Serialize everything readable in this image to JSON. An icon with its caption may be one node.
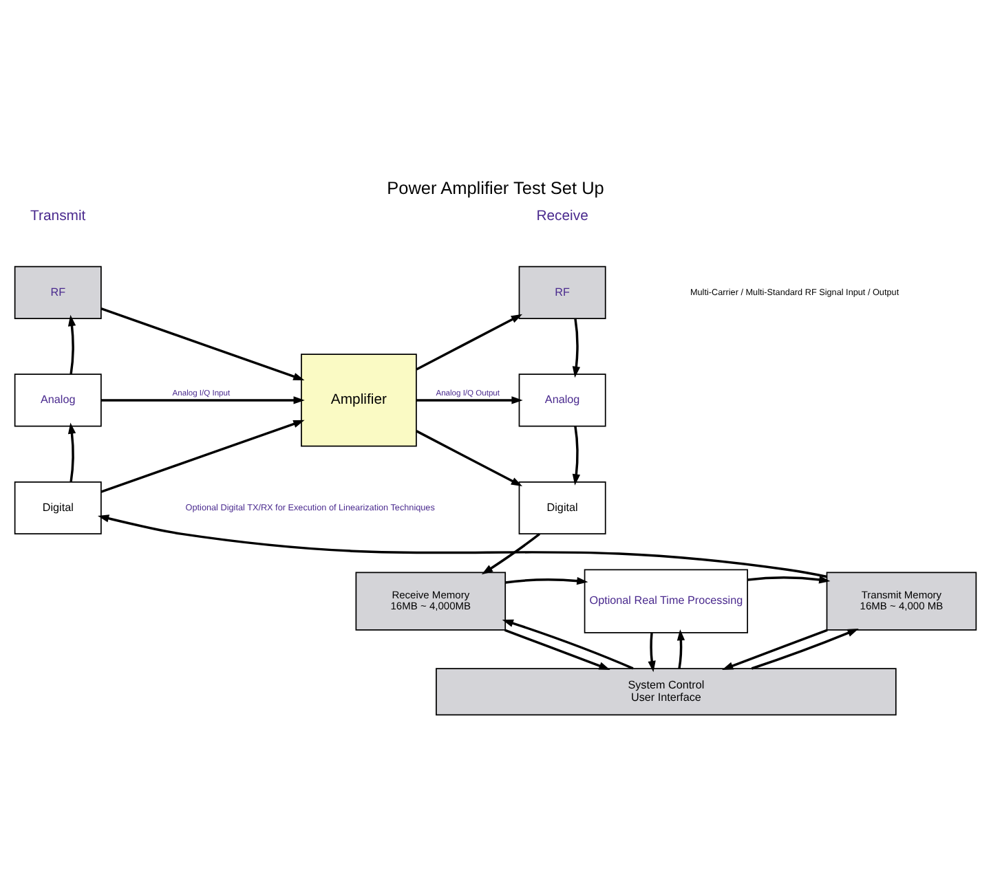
{
  "diagram": {
    "title": "Power Amplifier Test Set Up",
    "nodes": [
      {
        "text": [
          "RF"
        ]
      },
      {
        "text": [
          "Analog"
        ]
      },
      {
        "text": [
          "Digital"
        ]
      },
      {
        "text": [
          "Transmit Memory",
          "16MB ~ 4,000 MB"
        ]
      },
      {
        "text": [
          "Amplifier"
        ]
      },
      {
        "text": [
          "RF"
        ]
      },
      {
        "text": [
          "Analog"
        ]
      },
      {
        "text": [
          "Digital"
        ]
      },
      {
        "text": [
          "Receive Memory",
          "16MB ~ 4,000MB"
        ]
      },
      {
        "text": [
          "Optional Real Time Processing"
        ]
      },
      {
        "text": [
          "System Control",
          "User Interface"
        ]
      }
    ],
    "edges": [
      {
        "from": 2,
        "to": 1,
        "arrow": "to"
      },
      {
        "from": 1,
        "to": 0,
        "arrow": "to"
      },
      {
        "from": 3,
        "to": 2,
        "arrow": "to"
      },
      {
        "from": 0,
        "to": 4,
        "arrow": "to"
      },
      {
        "from": 1,
        "to": 4,
        "arrow": "to",
        "label": "Analog I/Q Input"
      },
      {
        "from": 2,
        "to": 4,
        "arrow": "to"
      },
      {
        "from": 4,
        "to": 5,
        "arrow": "to"
      },
      {
        "from": 4,
        "to": 6,
        "arrow": "to",
        "label": "Analog I/Q Output"
      },
      {
        "from": 4,
        "to": 7,
        "arrow": "to"
      },
      {
        "from": 5,
        "to": 6,
        "arrow": "to"
      },
      {
        "from": 6,
        "to": 7,
        "arrow": "to"
      },
      {
        "from": 7,
        "to": 8,
        "arrow": "to"
      },
      {
        "from": 8,
        "to": 9,
        "arrow": "to"
      },
      {
        "from": 9,
        "to": 3,
        "arrow": "to"
      },
      {
        "from": 3,
        "to": 10,
        "arrow": "to"
      },
      {
        "from": 10,
        "to": 3,
        "arrow": "to"
      },
      {
        "from": 9,
        "to": 10,
        "arrow": "to"
      },
      {
        "from": 10,
        "to": 9,
        "arrow": "to"
      },
      {
        "from": 8,
        "to": 10,
        "arrow": "to"
      },
      {
        "from": 10,
        "to": 8,
        "arrow": "to"
      }
    ],
    "labels": [
      "Transmit",
      "Receive",
      "Multi-Carrier / Multi-Standard RF Signal Input / Output",
      "Optional Digital TX/RX for Execution of Linearization Techniques"
    ]
  }
}
